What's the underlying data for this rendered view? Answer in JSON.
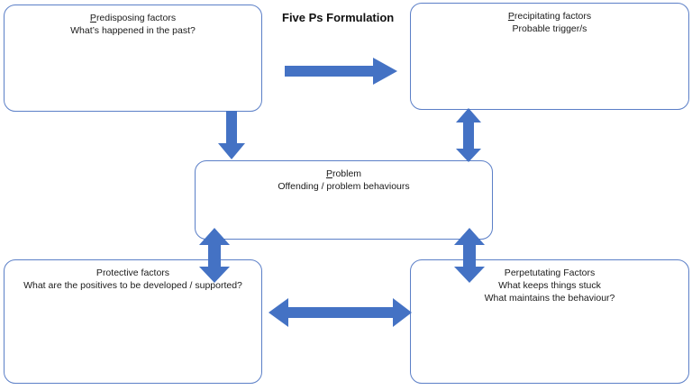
{
  "diagram": {
    "title": "Five Ps Formulation",
    "accent_color": "#4472c4",
    "box_border_color": "#5b7fc7",
    "background_color": "#ffffff",
    "type": "flowchart"
  },
  "nodes": {
    "predisposing": {
      "heading_initial": "P",
      "heading_rest": "redisposing factors",
      "line1": "What’s happened in the past?"
    },
    "precipitating": {
      "heading_initial": "P",
      "heading_rest": "recipitating factors",
      "line1": "Probable trigger/s"
    },
    "problem": {
      "heading_initial": "P",
      "heading_rest": "roblem",
      "line1": "Offending / problem behaviours"
    },
    "protective": {
      "heading_initial": "P",
      "heading_rest": "rotective factors",
      "line1": "What are the positives to be developed / supported?"
    },
    "perpetuating": {
      "heading_initial": "P",
      "heading_rest": "erpetutating Factors",
      "line1": "What keeps things stuck",
      "line2": "What maintains the behaviour?"
    }
  },
  "connectors": [
    {
      "id": "predisposing-to-precipitating",
      "from": "predisposing",
      "to": "precipitating",
      "direction": "right",
      "heads": 1,
      "orientation": "horizontal"
    },
    {
      "id": "predisposing-to-problem",
      "from": "predisposing",
      "to": "problem",
      "direction": "down",
      "heads": 1,
      "orientation": "vertical"
    },
    {
      "id": "precipitating-to-problem",
      "from": "precipitating",
      "to": "problem",
      "direction": "both",
      "heads": 2,
      "orientation": "vertical"
    },
    {
      "id": "problem-to-protective",
      "from": "problem",
      "to": "protective",
      "direction": "both",
      "heads": 2,
      "orientation": "vertical"
    },
    {
      "id": "problem-to-perpetuating",
      "from": "problem",
      "to": "perpetuating",
      "direction": "both",
      "heads": 2,
      "orientation": "vertical"
    },
    {
      "id": "protective-to-perpetuating",
      "from": "protective",
      "to": "perpetuating",
      "direction": "both",
      "heads": 2,
      "orientation": "horizontal"
    }
  ]
}
